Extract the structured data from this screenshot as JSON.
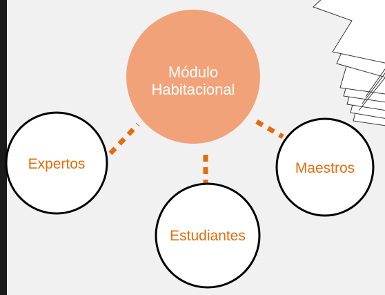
{
  "diagram": {
    "center_node": {
      "line1": "Módulo",
      "line2": "Habitacional"
    },
    "outer_nodes": {
      "left": "Expertos",
      "right": "Maestros",
      "bottom": "Estudiantes"
    },
    "colors": {
      "background": "#f1f1f1",
      "center_fill": "#f2a279",
      "center_text": "#ffffff",
      "outer_text": "#e46c0a",
      "connector": "#e46c0a",
      "outline": "#000000",
      "left_bar": "#1a1a1a"
    }
  }
}
